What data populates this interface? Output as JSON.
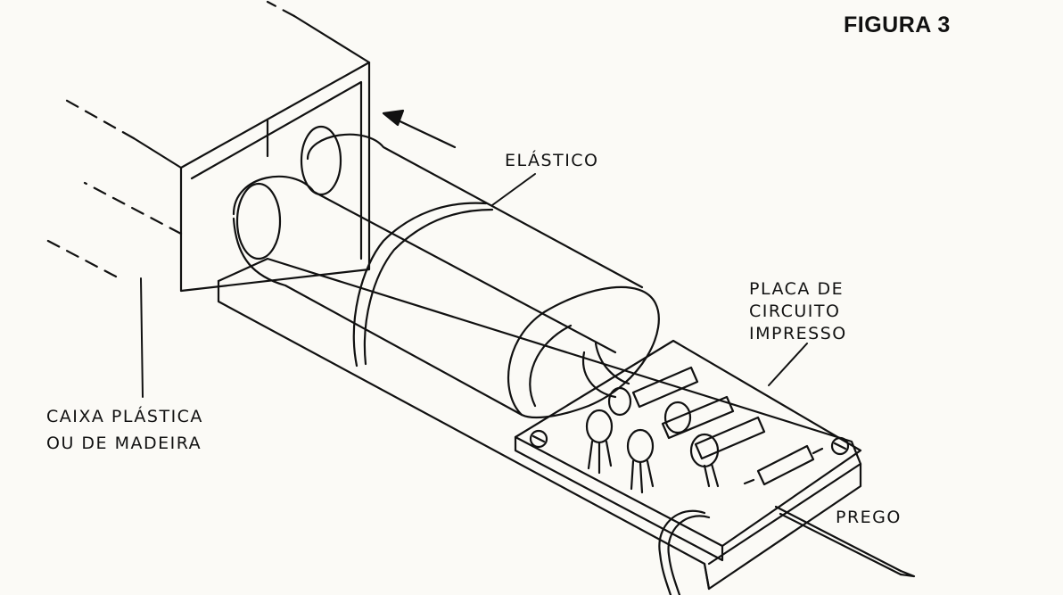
{
  "figure": {
    "title": "FIGURA 3"
  },
  "labels": {
    "elastic": "ELÁSTICO",
    "board": [
      "PLACA DE",
      "CIRCUITO",
      "IMPRESSO"
    ],
    "box": [
      "CAIXA PLÁSTICA",
      "OU DE MADEIRA"
    ],
    "nail": "PREGO"
  },
  "colors": {
    "ink": "#111111",
    "paper": "#fbfaf6"
  }
}
